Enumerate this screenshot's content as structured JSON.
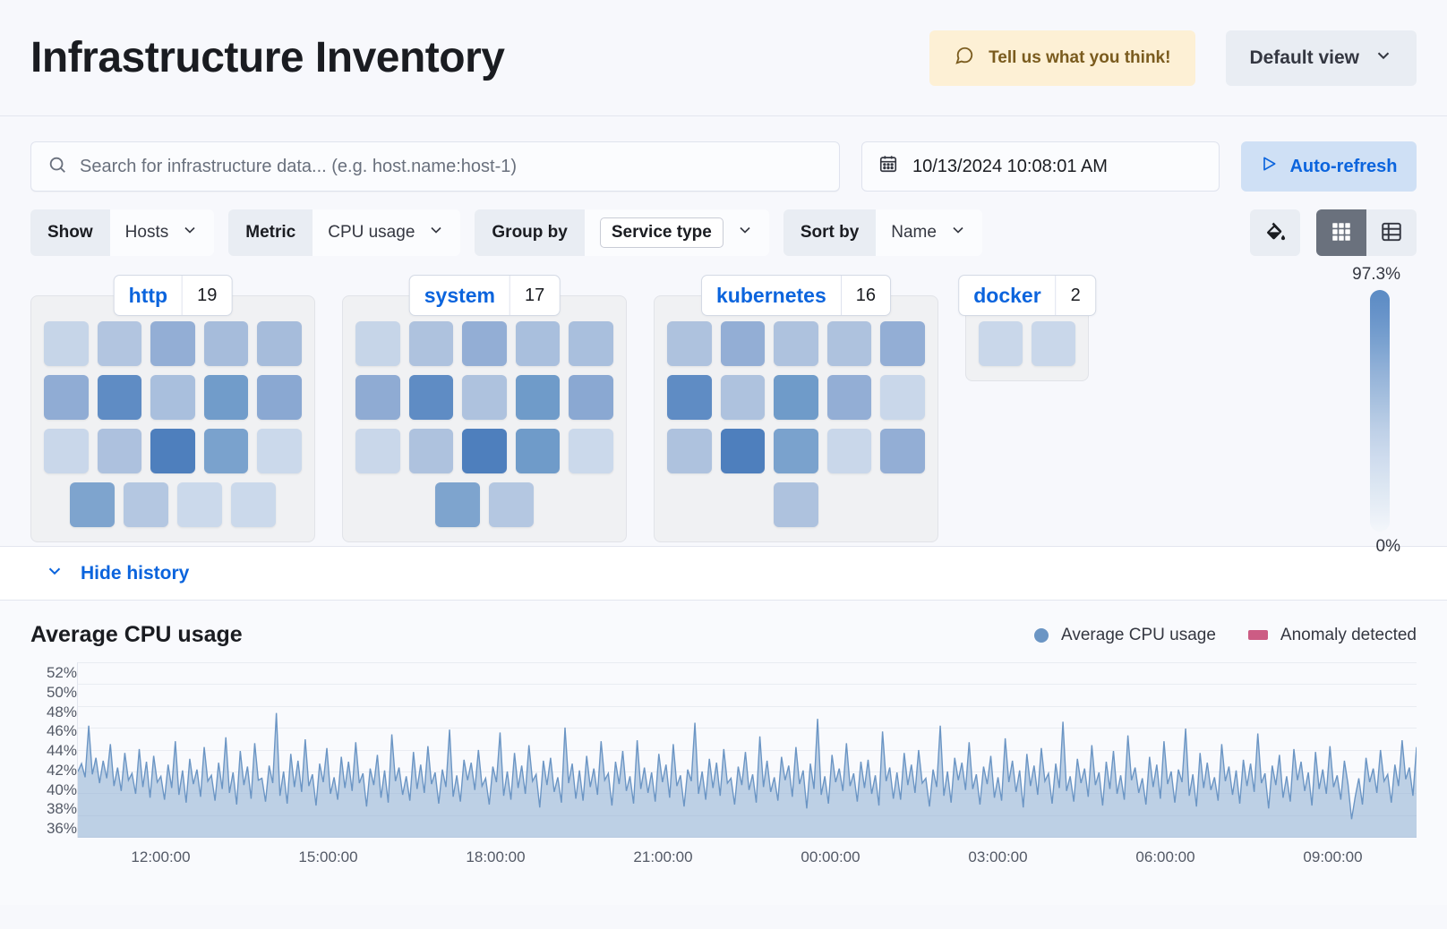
{
  "header": {
    "title": "Infrastructure Inventory",
    "feedback_label": "Tell us what you think!",
    "feedback_icon": "comment-icon",
    "view_label": "Default view",
    "view_icon": "chevron-down-icon"
  },
  "search": {
    "placeholder": "Search for infrastructure data... (e.g. host.name:host-1)",
    "value": "",
    "icon": "search-icon"
  },
  "datepicker": {
    "value": "10/13/2024 10:08:01 AM",
    "icon": "calendar-icon"
  },
  "refresh": {
    "label": "Auto-refresh",
    "icon": "play-icon"
  },
  "filters": [
    {
      "label": "Show",
      "value": "Hosts",
      "boxed": false
    },
    {
      "label": "Metric",
      "value": "CPU usage",
      "boxed": false
    },
    {
      "label": "Group by",
      "value": "Service type",
      "boxed": true
    },
    {
      "label": "Sort by",
      "value": "Name",
      "boxed": false
    }
  ],
  "toolbar_right": {
    "legend_icon": "paint-bucket-icon",
    "grid_view_icon": "grid-view-icon",
    "table_view_icon": "table-view-icon",
    "active_view": "grid"
  },
  "legend_scale": {
    "max": "97.3%",
    "min": "0%"
  },
  "groups": [
    {
      "name": "http",
      "count": "19",
      "rows": [
        [
          "#c6d5e8",
          "#b2c5e0",
          "#93aed5",
          "#a6bcdb",
          "#a6bcdb"
        ],
        [
          "#90acd4",
          "#5f8cc4",
          "#a9bfdd",
          "#719cca",
          "#8aa8d2"
        ],
        [
          "#c9d7ea",
          "#adc1de",
          "#4e7fbd",
          "#7aa2cd",
          "#cbd9eb"
        ],
        [
          "#7ea4ce",
          "#b4c7e1",
          "#cbd9eb",
          "#cbd9eb"
        ]
      ]
    },
    {
      "name": "system",
      "count": "17",
      "rows": [
        [
          "#c6d5e8",
          "#aec2de",
          "#93aed5",
          "#a9bfdd",
          "#a9bfdd"
        ],
        [
          "#8fabd3",
          "#5f8cc4",
          "#aec2de",
          "#6f9bc9",
          "#8aa8d2"
        ],
        [
          "#c9d7ea",
          "#aec2de",
          "#4e7fbd",
          "#6f9bc9",
          "#cbd9eb"
        ],
        [
          "#7ea4ce",
          "#b4c7e1"
        ]
      ]
    },
    {
      "name": "kubernetes",
      "count": "16",
      "rows": [
        [
          "#aec2de",
          "#93aed5",
          "#aec2de",
          "#aec2de",
          "#93aed5"
        ],
        [
          "#5f8cc4",
          "#aec2de",
          "#6f9bc9",
          "#93aed5",
          "#c9d7ea"
        ],
        [
          "#aec2de",
          "#4e7fbd",
          "#7aa2cd",
          "#c9d7ea",
          "#93aed5"
        ],
        [
          "#aec2de"
        ]
      ]
    },
    {
      "name": "docker",
      "count": "2",
      "rows": [
        [
          "#c9d7ea",
          "#c9d7ea"
        ]
      ]
    }
  ],
  "history": {
    "toggle_label": "Hide history",
    "toggle_icon": "chevron-down-icon"
  },
  "chart_data": {
    "type": "area",
    "title": "Average CPU usage",
    "xlabel": "",
    "ylabel": "",
    "ylim": [
      35,
      53
    ],
    "grid": true,
    "legend_position": "top-right",
    "legend": [
      {
        "name": "Average CPU usage",
        "color": "#6b95c4",
        "marker": "circle"
      },
      {
        "name": "Anomaly detected",
        "color": "#cc5c84",
        "marker": "square"
      }
    ],
    "yticks": [
      "52%",
      "50%",
      "48%",
      "46%",
      "44%",
      "42%",
      "40%",
      "38%",
      "36%"
    ],
    "xticks": [
      "12:00:00",
      "15:00:00",
      "18:00:00",
      "21:00:00",
      "00:00:00",
      "03:00:00",
      "06:00:00",
      "09:00:00"
    ],
    "series": [
      {
        "name": "Average CPU usage",
        "color": "#6b95c4",
        "values": [
          41.8,
          42.6,
          41.2,
          46.5,
          41.5,
          43.2,
          40.6,
          42.9,
          41.1,
          44.6,
          40.3,
          42.2,
          39.8,
          43.7,
          40.9,
          41.6,
          39.5,
          44.1,
          40.2,
          42.8,
          39.1,
          43.4,
          40.7,
          41.3,
          38.9,
          42.5,
          40.1,
          44.9,
          39.4,
          41.9,
          38.6,
          43.1,
          40.5,
          42.0,
          39.2,
          44.3,
          40.8,
          41.4,
          38.8,
          42.7,
          40.0,
          45.3,
          39.6,
          41.7,
          38.4,
          43.9,
          40.4,
          42.3,
          39.0,
          44.7,
          40.9,
          41.1,
          38.7,
          42.4,
          40.6,
          47.8,
          39.3,
          41.8,
          38.5,
          43.6,
          40.2,
          42.9,
          39.7,
          45.1,
          40.3,
          41.5,
          38.3,
          42.6,
          40.7,
          44.2,
          39.5,
          41.2,
          38.9,
          43.3,
          40.1,
          42.8,
          39.8,
          44.8,
          40.6,
          41.6,
          38.2,
          42.1,
          40.4,
          43.5,
          39.1,
          41.9,
          38.6,
          45.6,
          40.8,
          42.2,
          39.4,
          41.3,
          38.8,
          43.8,
          40.0,
          42.5,
          39.6,
          44.4,
          40.5,
          41.7,
          38.5,
          42.0,
          40.2,
          46.1,
          39.2,
          41.4,
          38.7,
          43.0,
          40.9,
          42.7,
          39.9,
          44.0,
          40.3,
          41.1,
          38.4,
          42.3,
          40.7,
          45.8,
          39.3,
          41.8,
          38.9,
          43.7,
          40.1,
          42.4,
          39.5,
          44.5,
          40.8,
          41.5,
          38.1,
          42.9,
          40.4,
          43.2,
          39.7,
          41.2,
          38.6,
          46.3,
          40.6,
          42.6,
          39.0,
          41.9,
          38.8,
          43.4,
          40.2,
          42.1,
          39.4,
          44.9,
          40.9,
          41.6,
          38.3,
          42.8,
          40.5,
          43.9,
          39.8,
          41.3,
          38.5,
          45.0,
          40.0,
          42.2,
          39.6,
          41.7,
          38.7,
          43.6,
          40.7,
          42.5,
          39.1,
          44.6,
          40.3,
          41.4,
          38.2,
          42.0,
          40.8,
          46.8,
          39.5,
          41.8,
          38.9,
          43.1,
          40.1,
          42.7,
          39.3,
          44.1,
          40.6,
          41.1,
          38.4,
          42.3,
          40.4,
          43.8,
          39.9,
          41.5,
          38.6,
          45.4,
          40.2,
          42.9,
          39.7,
          41.2,
          38.8,
          43.3,
          40.9,
          42.4,
          39.2,
          44.3,
          40.5,
          41.9,
          38.0,
          42.6,
          40.0,
          47.2,
          39.4,
          41.3,
          38.5,
          43.5,
          40.7,
          42.1,
          39.8,
          44.7,
          40.3,
          41.6,
          38.7,
          42.8,
          40.1,
          43.0,
          39.5,
          41.4,
          38.3,
          45.9,
          40.8,
          42.2,
          39.0,
          41.7,
          38.9,
          43.7,
          40.4,
          42.5,
          39.6,
          44.0,
          40.6,
          41.1,
          38.2,
          42.0,
          40.2,
          46.5,
          39.3,
          41.8,
          38.6,
          43.2,
          40.9,
          42.7,
          39.9,
          44.8,
          40.0,
          41.5,
          38.4,
          42.3,
          40.5,
          43.4,
          39.1,
          41.2,
          38.8,
          45.2,
          40.7,
          42.9,
          39.7,
          41.9,
          38.1,
          43.6,
          40.3,
          42.4,
          39.4,
          44.2,
          40.8,
          41.6,
          38.5,
          42.6,
          40.1,
          46.9,
          39.8,
          41.3,
          38.7,
          43.1,
          40.6,
          42.1,
          39.2,
          44.5,
          40.4,
          41.7,
          38.3,
          42.8,
          40.0,
          43.9,
          39.5,
          41.4,
          38.9,
          45.5,
          40.9,
          42.2,
          39.6,
          41.1,
          38.4,
          43.3,
          40.2,
          42.5,
          39.0,
          44.9,
          40.5,
          41.8,
          38.6,
          42.0,
          40.7,
          46.2,
          39.3,
          41.5,
          38.2,
          43.7,
          40.1,
          42.7,
          39.9,
          41.2,
          38.8,
          44.6,
          40.8,
          42.3,
          39.4,
          41.9,
          38.5,
          43.0,
          40.3,
          42.6,
          39.7,
          45.7,
          40.6,
          41.6,
          38.0,
          42.4,
          40.4,
          43.5,
          39.1,
          41.3,
          38.7,
          44.1,
          40.9,
          42.8,
          39.8,
          41.7,
          38.3,
          43.8,
          40.0,
          42.0,
          39.5,
          44.4,
          40.2,
          41.4,
          38.9,
          42.9,
          40.5,
          36.9,
          39.2,
          41.1,
          38.4,
          43.2,
          40.7,
          42.1,
          39.6,
          44.0,
          40.8,
          41.5,
          38.6,
          42.5,
          40.3,
          45.0,
          41.0,
          42.2,
          39.3,
          44.3
        ]
      }
    ]
  }
}
